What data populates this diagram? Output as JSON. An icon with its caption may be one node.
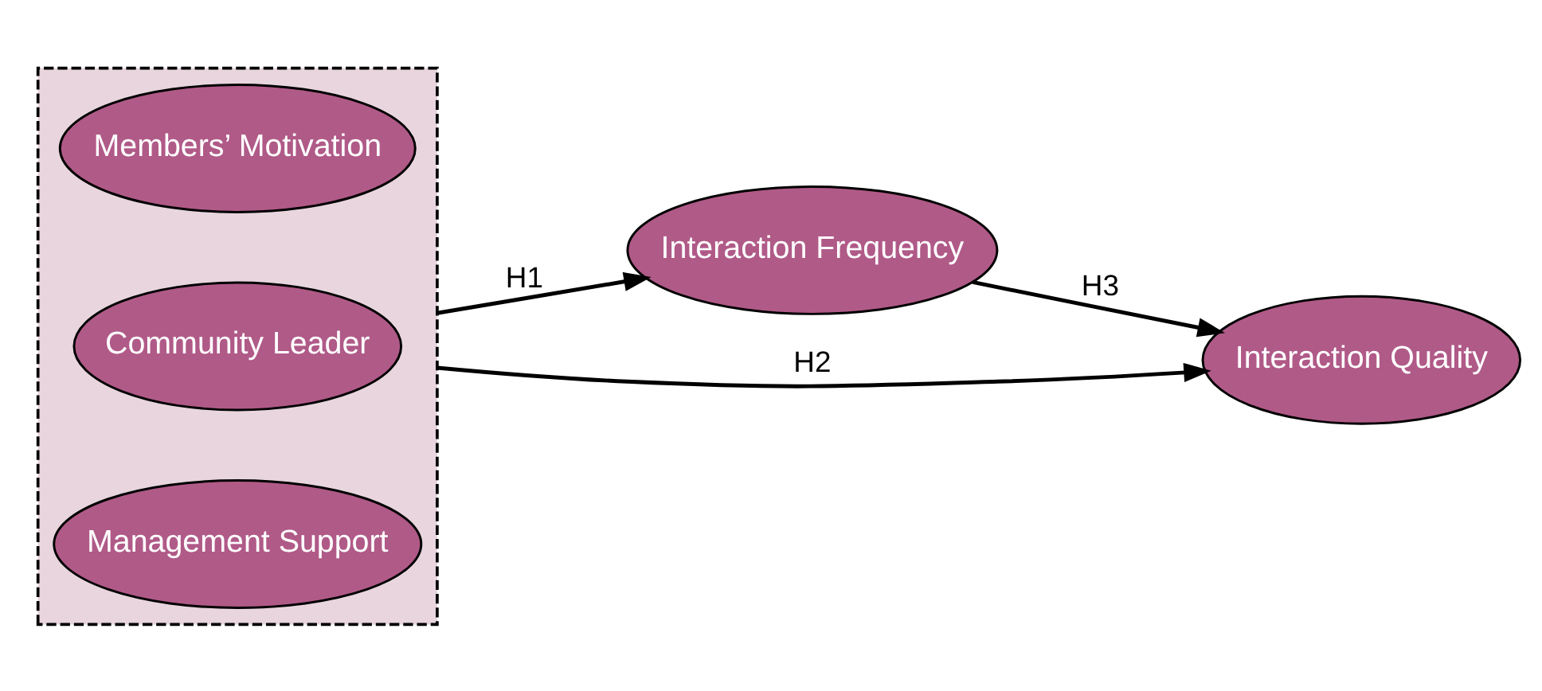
{
  "diagram": {
    "nodes": [
      {
        "text": [],
        "shape": "box"
      },
      {
        "text": [
          "Members’ Motivation"
        ],
        "in": 0
      },
      {
        "text": [
          "Community Leader"
        ],
        "in": 0
      },
      {
        "text": [
          "Management Support"
        ],
        "in": 0
      },
      {
        "text": [
          "Interaction Frequency"
        ]
      },
      {
        "text": [
          "Interaction Quality"
        ]
      }
    ],
    "edges": [
      {
        "from": 0,
        "to": 4,
        "arrow": "to",
        "label": "H1"
      },
      {
        "from": 0,
        "to": 5,
        "arrow": "to",
        "label": "H2"
      },
      {
        "from": 4,
        "to": 5,
        "arrow": "to",
        "label": "H3"
      }
    ]
  }
}
